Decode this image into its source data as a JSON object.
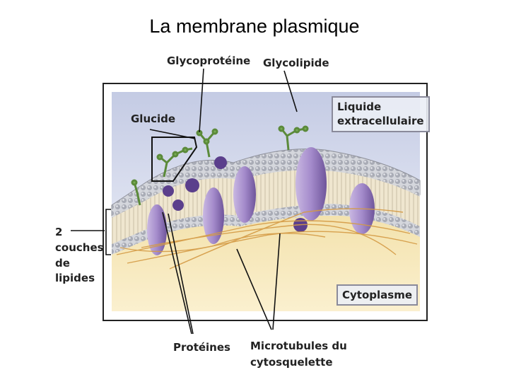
{
  "title": "La membrane plasmique",
  "labels": {
    "glycoproteine": "Glycoprotéine",
    "glycolipide": "Glycolipide",
    "glucide": "Glucide",
    "liquide_line1": "Liquide",
    "liquide_line2": "extracellulaire",
    "couches_line1": "2",
    "couches_line2": "couches",
    "couches_line3": "de",
    "couches_line4": "lipides",
    "cytoplasme": "Cytoplasme",
    "proteines": "Protéines",
    "microtubules_line1": "Microtubules du",
    "microtubules_line2": "cytosquelette"
  },
  "colors": {
    "extracellular": "#c9cfe6",
    "cytoplasm": "#f7e8b8",
    "lipid_head": "#b9bcc4",
    "protein": "#8e74b8",
    "glycan": "#6a9a4a",
    "fiber": "#d9a14a"
  }
}
